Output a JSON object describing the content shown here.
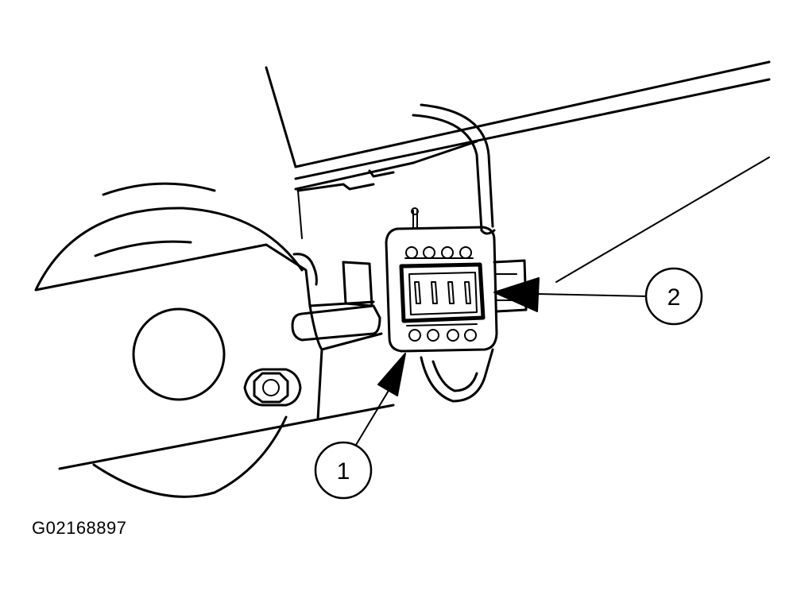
{
  "figure": {
    "id": "G02168897"
  },
  "callouts": [
    {
      "number": "1",
      "target": "connector-lower-edge"
    },
    {
      "number": "2",
      "target": "connector-latch"
    }
  ],
  "colors": {
    "ink": "#000000",
    "paper": "#ffffff"
  }
}
